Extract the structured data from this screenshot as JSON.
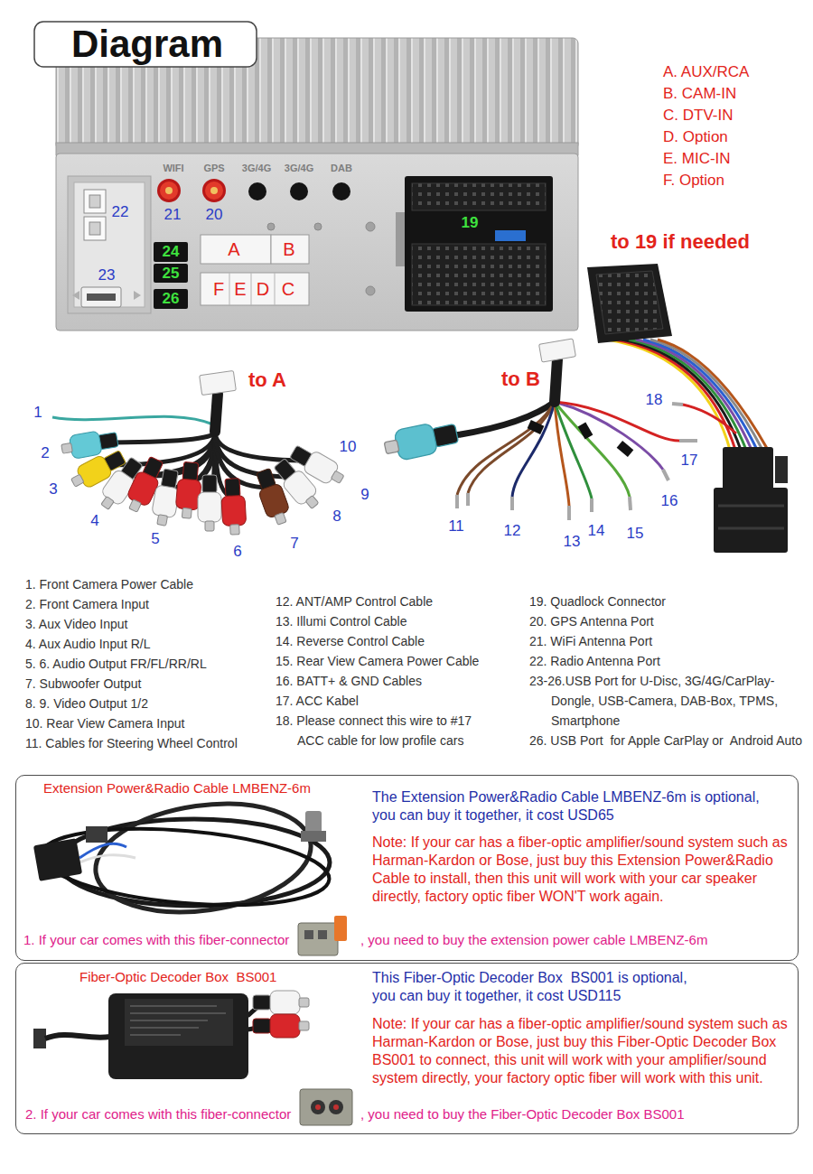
{
  "diagram": {
    "title": "Diagram",
    "nodes": [
      {
        "text": [
          "Extension Power&Radio Cable LMBENZ-6m",
          "The Extension Power&Radio Cable LMBENZ-6m is optional, you can buy it together, it cost USD65",
          "Note: If your car has a fiber-optic amplifier/sound system such as Harman-Kardon or Bose, just buy this Extension Power&Radio Cable to install, then this unit will work with your car speaker directly, factory optic fiber WON'T work again.",
          "1. If your car comes with this fiber-connector",
          ", you need to buy the extension power cable LMBENZ-6m"
        ]
      },
      {
        "text": [
          "Fiber-Optic Decoder Box  BS001",
          "This Fiber-Optic Decoder Box  BS001 is optional, you can buy it together, it cost USD115",
          "Note: If your car has a fiber-optic amplifier/sound system such as Harman-Kardon or Bose, just buy this Fiber-Optic Decoder Box BS001 to connect, this unit will work with your amplifier/sound system directly, your factory optic fiber will work with this unit.",
          "2. If your car comes with this fiber-connector",
          ", you need to buy the Fiber-Optic Decoder Box BS001"
        ]
      }
    ],
    "labels": [
      "A. AUX/RCA",
      "B. CAM-IN",
      "C. DTV-IN",
      "D. Option",
      "E. MIC-IN",
      "F. Option",
      "WIFI",
      "GPS",
      "3G/4G",
      "3G/4G",
      "DAB",
      "22",
      "21",
      "20",
      "19",
      "23",
      "24",
      "25",
      "26",
      "A",
      "B",
      "F",
      "E",
      "D",
      "C",
      "to 19 if needed",
      "to A",
      "to B",
      "1",
      "2",
      "3",
      "4",
      "5",
      "6",
      "7",
      "8",
      "9",
      "10",
      "11",
      "12",
      "13",
      "14",
      "15",
      "16",
      "17",
      "18",
      "1. Front Camera Power Cable",
      "2. Front Camera Input",
      "3. Aux Video Input",
      "4. Aux Audio Input R/L",
      "5. 6. Audio Output FR/FL/RR/RL",
      "7. Subwoofer Output",
      "8. 9. Video Output 1/2",
      "10. Rear View Camera Input",
      "11. Cables for Steering Wheel Control",
      "12. ANT/AMP Control Cable",
      "13. Illumi Control Cable",
      "14. Reverse Control Cable",
      "15. Rear View Camera Power Cable",
      "16. BATT+ & GND Cables",
      "17. ACC Kabel",
      "18. Please connect this wire to #17 ACC cable for low profile cars",
      "19. Quadlock Connector",
      "20. GPS Antenna Port",
      "21. WiFi Antenna Port",
      "22. Radio Antenna Port",
      "23-26.USB Port for U-Disc, 3G/4G/CarPlay-Dongle, USB-Camera, DAB-Box, TPMS, Smartphone",
      "26. USB Port  for Apple CarPlay or  Android Auto"
    ]
  }
}
